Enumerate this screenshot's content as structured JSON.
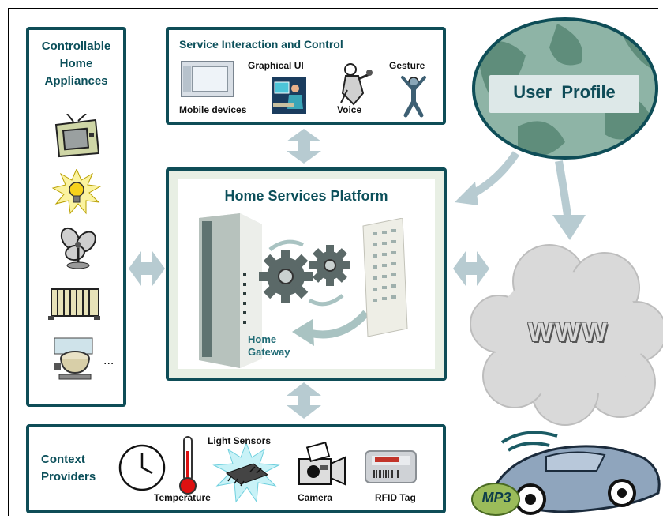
{
  "appliances": {
    "title_lines": [
      "Controllable",
      "Home",
      "Appliances"
    ],
    "ellipsis": "..."
  },
  "service": {
    "title": "Service Interaction and Control",
    "labels": {
      "graphical_ui": "Graphical UI",
      "gesture": "Gesture",
      "mobile_devices": "Mobile devices",
      "voice": "Voice"
    }
  },
  "user_profile": {
    "label": "User  Profile"
  },
  "platform": {
    "title": "Home Services Platform",
    "gateway_lines": [
      "Home",
      "Gateway"
    ]
  },
  "www": {
    "label": "WWW"
  },
  "context": {
    "title_lines": [
      "Context",
      "Providers"
    ],
    "labels": {
      "light_sensors": "Light Sensors",
      "temperature": "Temperature",
      "camera": "Camera",
      "rfid_tag": "RFID Tag"
    }
  },
  "mp3": {
    "label": "MP3"
  },
  "colors": {
    "panel_border": "#0e4d57",
    "heading": "#0b4f5a",
    "arrow": "#b7cbd1",
    "cloud": "#d9d9d9",
    "globe_land": "#6d9a8c",
    "car": "#8fa5bd"
  }
}
